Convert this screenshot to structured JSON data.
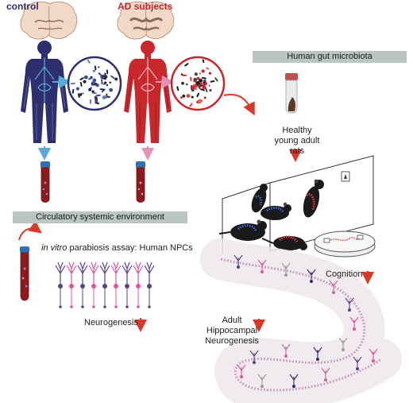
{
  "labels": {
    "control": "control",
    "ad_subjects": "AD subjects",
    "gut_banner": "Human gut microbiota",
    "healthy_rats": "Healthy young adult rats",
    "circulatory_banner": "Circulatory systemic environment",
    "in_vitro_italic": "in vitro",
    "parabiosis_assay": "parabiosis assay: Human NPCs",
    "neurogenesis": "Neurogenesis",
    "cognition": "Cognition",
    "hippocampal_neurogenesis": "Adult Hippocampal Neurogenesis"
  },
  "colors": {
    "control_body": "#2e2f6e",
    "ad_body": "#c8282c",
    "banner": "#b9c6c1",
    "arrow_red": "#d9392b",
    "arrow_blue": "#5aa9d6",
    "arrow_pink": "#e88fb5",
    "neuron_purple": "#5a3f8e",
    "neuron_pink": "#e0539a"
  }
}
